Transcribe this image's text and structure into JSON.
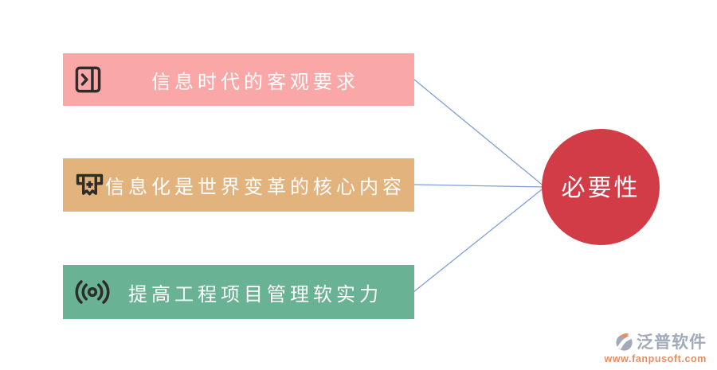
{
  "diagram": {
    "icon_color": "#2d2d2d",
    "connector_color": "#7e9fd8",
    "items": [
      {
        "label": "信息时代的客观要求",
        "color": "#f9a7a7",
        "icon": "side-panel-arrow-icon"
      },
      {
        "label": "信息化是世界变革的核心内容",
        "color": "#e3b37d",
        "icon": "receipt-dispenser-icon"
      },
      {
        "label": "提高工程项目管理软实力",
        "color": "#69b293",
        "icon": "broadcast-signal-icon"
      }
    ],
    "center": {
      "label": "必要性",
      "color": "#d23c47"
    }
  },
  "watermark": {
    "brand": "泛普软件",
    "url": "www.fanpusoft.com",
    "brand_color": "#98a1b3",
    "url_color": "#e5824e"
  }
}
